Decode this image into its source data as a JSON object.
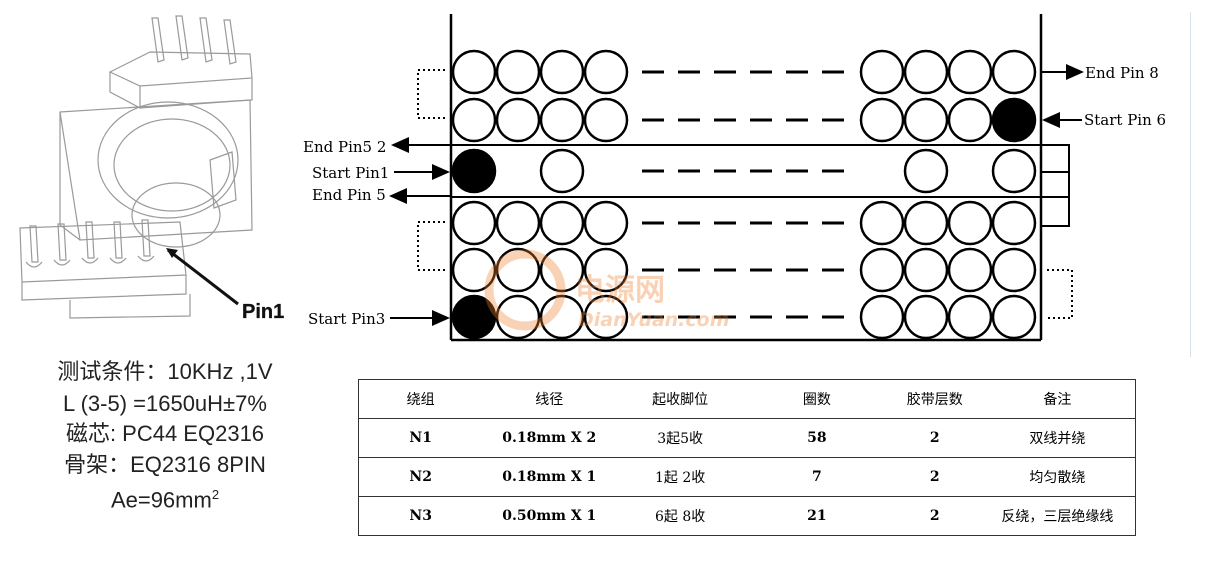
{
  "pin1_label": "Pin1",
  "specs": {
    "line1": "测试条件：10KHz ,1V",
    "line2": "L (3-5) =1650uH±7%",
    "line3": "磁芯: PC44 EQ2316",
    "line4": "骨架：EQ2316 8PIN",
    "line5_base": "Ae=96mm",
    "line5_sup": "2"
  },
  "winding_labels": {
    "end_pin8": "End Pin 8",
    "start_pin6": "Start Pin 6",
    "end_pin5_2": "End Pin5 2",
    "start_pin1": "Start Pin1",
    "end_pin5": "End Pin 5",
    "start_pin3": "Start Pin3"
  },
  "watermark": {
    "cn": "电源网",
    "en": "DianYuan.com"
  },
  "table": {
    "headers": [
      "绕组",
      "线径",
      "起收脚位",
      "圈数",
      "胶带层数",
      "备注"
    ],
    "rows": [
      {
        "winding": "N1",
        "wire": "0.18mm X 2",
        "pins": "3起5收",
        "turns": "58",
        "tape": "2",
        "note": "双线并绕"
      },
      {
        "winding": "N2",
        "wire": "0.18mm X 1",
        "pins": "1起 2收",
        "turns": "7",
        "tape": "2",
        "note": "均匀散绕"
      },
      {
        "winding": "N3",
        "wire": "0.50mm X 1",
        "pins": "6起 8收",
        "turns": "21",
        "tape": "2",
        "note": "反绕，三层绝缘线"
      }
    ]
  }
}
